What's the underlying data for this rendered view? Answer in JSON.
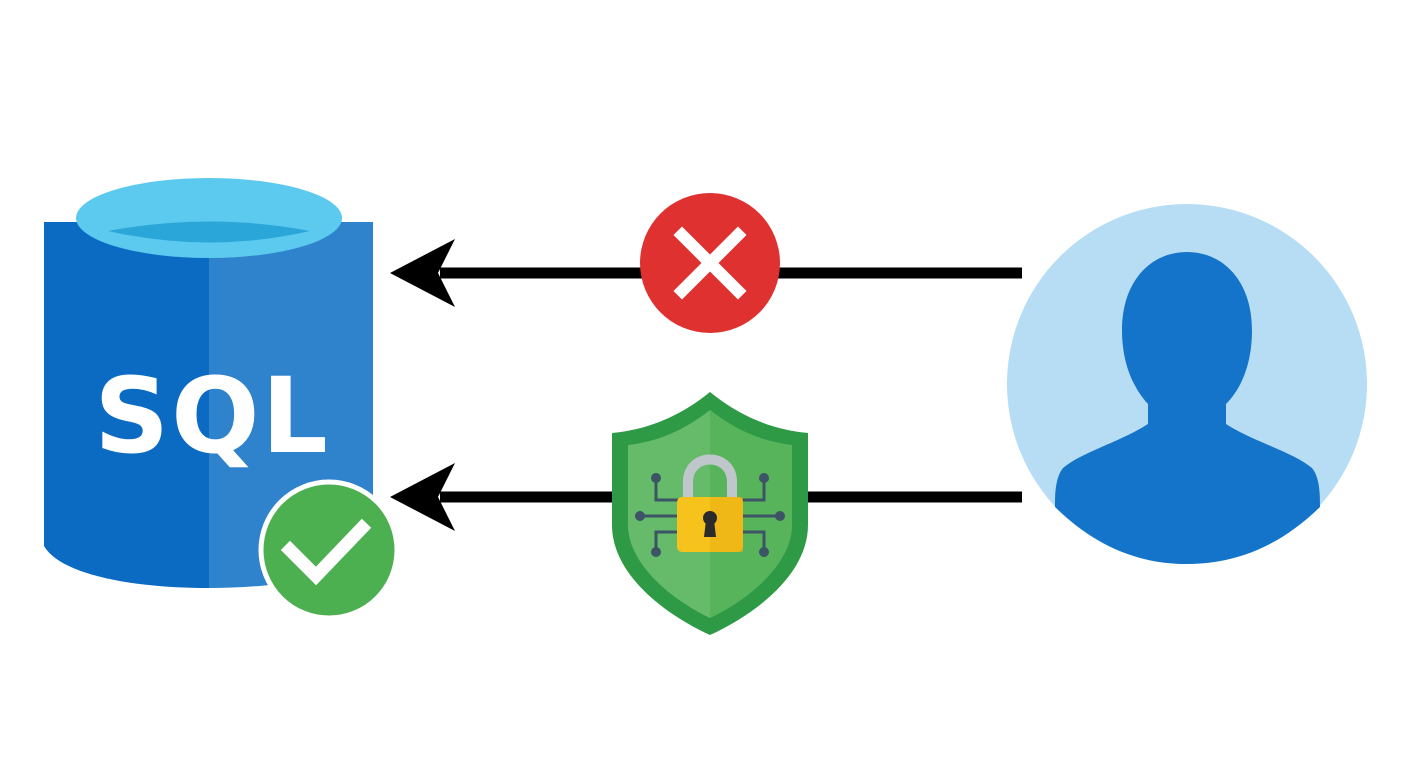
{
  "database": {
    "label": "SQL",
    "icon": "database-cylinder-icon",
    "colors": {
      "body_left": "#0B6BC3",
      "body_right": "#2F82CC",
      "top_rim": "#5CC9EE",
      "top_inner": "#2BA6D9",
      "text": "#FFFFFF"
    }
  },
  "success_badge": {
    "icon": "check-circle-icon",
    "color": "#4CAF50"
  },
  "connections": [
    {
      "name": "blocked-connection",
      "status": "blocked",
      "icon": "x-circle-icon",
      "color": "#E03131"
    },
    {
      "name": "secured-connection",
      "status": "allowed",
      "icon": "shield-lock-icon",
      "colors": {
        "shield_dark": "#2E9A45",
        "shield_light": "#66BB6A",
        "lock_body": "#F6C21C",
        "circuit": "#3D5366"
      }
    }
  ],
  "user": {
    "icon": "user-avatar-icon",
    "colors": {
      "circle": "#B7DDF4",
      "silhouette": "#1474CA"
    }
  },
  "arrow_color": "#000000"
}
